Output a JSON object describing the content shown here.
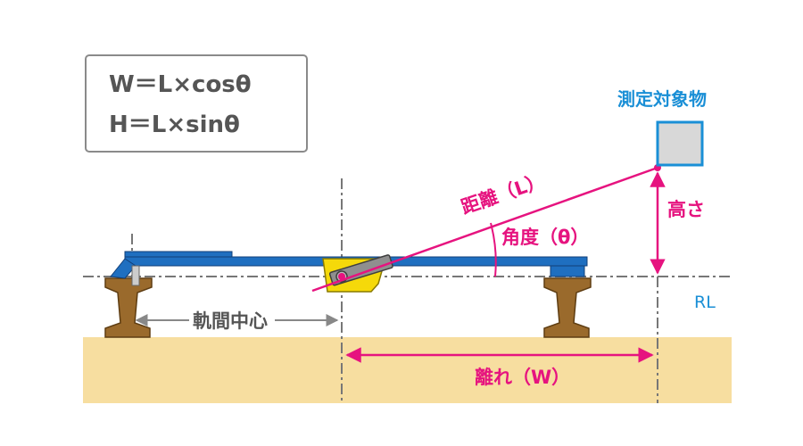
{
  "formulas": {
    "w": "W＝L×cosθ",
    "h": "H＝L×sinθ"
  },
  "labels": {
    "target": "測定対象物",
    "distance": "距離（L）",
    "height": "高さ",
    "angle": "角度（θ）",
    "rl": "RL",
    "track_center": "軌間中心",
    "offset": "離れ（W）"
  },
  "colors": {
    "accent": "#e6137f",
    "beam": "#1f6fc0",
    "target_border": "#1a8fd6",
    "target_fill": "#d8d8d8",
    "ground": "#f7dea0",
    "sensor": "#f5d90a",
    "rail": "#9a6a2c",
    "text_gray": "#555555"
  }
}
